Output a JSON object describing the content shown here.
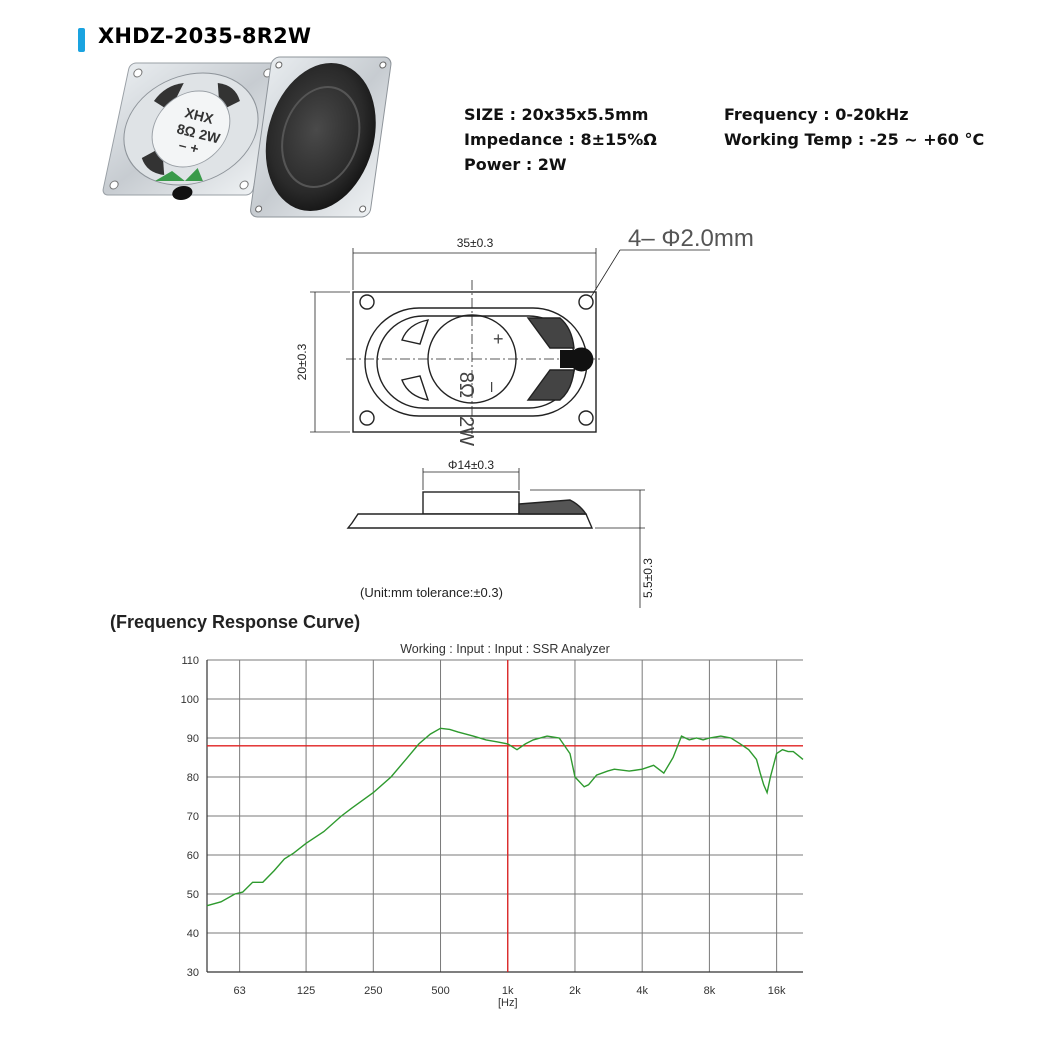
{
  "product": {
    "model": "XHDZ-2035-8R2W",
    "accent_color": "#1aa3e0",
    "speaker_marking": [
      "XHX",
      "8Ω 2W",
      "– +"
    ]
  },
  "specs": {
    "left": [
      "SIZE : 20x35x5.5mm",
      "Impedance : 8±15%Ω",
      "Power : 2W"
    ],
    "right": [
      "Frequency : 0-20kHz",
      "Working Temp : -25 ~ +60 °C"
    ]
  },
  "drawing": {
    "width_dim": "35±0.3",
    "height_dim": "20±0.3",
    "hole_note": "4– Φ2.0mm",
    "magnet_dim": "Φ14±0.3",
    "depth_dim": "5.5±0.3",
    "unit_note": "(Unit:mm    tolerance:±0.3)",
    "cone_labels": {
      "rating": "2W",
      "impedance": "8Ω",
      "plus": "+",
      "minus": "–"
    }
  },
  "response": {
    "section_title": "(Frequency Response Curve)",
    "chart_data": {
      "type": "line",
      "title": "Working : Input : Input : SSR Analyzer",
      "xlabel": "[Hz]",
      "ylabel": "",
      "x_scale": "log",
      "xlim": [
        45,
        21000
      ],
      "ylim": [
        30,
        110
      ],
      "x_ticks": [
        {
          "v": 63,
          "label": "63"
        },
        {
          "v": 125,
          "label": "125"
        },
        {
          "v": 250,
          "label": "250"
        },
        {
          "v": 500,
          "label": "500"
        },
        {
          "v": 1000,
          "label": "1k"
        },
        {
          "v": 2000,
          "label": "2k"
        },
        {
          "v": 4000,
          "label": "4k"
        },
        {
          "v": 8000,
          "label": "8k"
        },
        {
          "v": 16000,
          "label": "16k"
        }
      ],
      "y_ticks": [
        30,
        40,
        50,
        60,
        70,
        80,
        90,
        100,
        110
      ],
      "grid": true,
      "reference_level_db": 88,
      "reference_freq_hz": 1000,
      "series": [
        {
          "color": "#2e9a2e",
          "x": [
            45,
            52,
            60,
            65,
            72,
            80,
            90,
            100,
            110,
            125,
            150,
            180,
            200,
            250,
            300,
            350,
            400,
            450,
            500,
            550,
            600,
            700,
            800,
            900,
            1000,
            1100,
            1200,
            1300,
            1500,
            1700,
            1900,
            2000,
            2200,
            2300,
            2500,
            2800,
            3000,
            3500,
            4000,
            4500,
            5000,
            5500,
            6000,
            6500,
            7000,
            7500,
            8000,
            9000,
            10000,
            11000,
            12000,
            13000,
            13500,
            14000,
            14500,
            15000,
            16000,
            17000,
            18000,
            19000,
            20000,
            21000
          ],
          "y": [
            47,
            48,
            50,
            50.5,
            53,
            53,
            56,
            59,
            60.5,
            63,
            66,
            70,
            72,
            76,
            80,
            84.5,
            88.5,
            91,
            92.5,
            92.2,
            91.5,
            90.5,
            89.5,
            89,
            88.5,
            87,
            88.5,
            89.5,
            90.5,
            90,
            86,
            80,
            77.5,
            78,
            80.5,
            81.5,
            82,
            81.5,
            82,
            83,
            81,
            85,
            90.5,
            89.5,
            90,
            89.5,
            90,
            90.5,
            90,
            88.5,
            87,
            84.5,
            81,
            78,
            76,
            80,
            86,
            87,
            86.5,
            86.5,
            85.5,
            84.5
          ]
        }
      ]
    }
  }
}
